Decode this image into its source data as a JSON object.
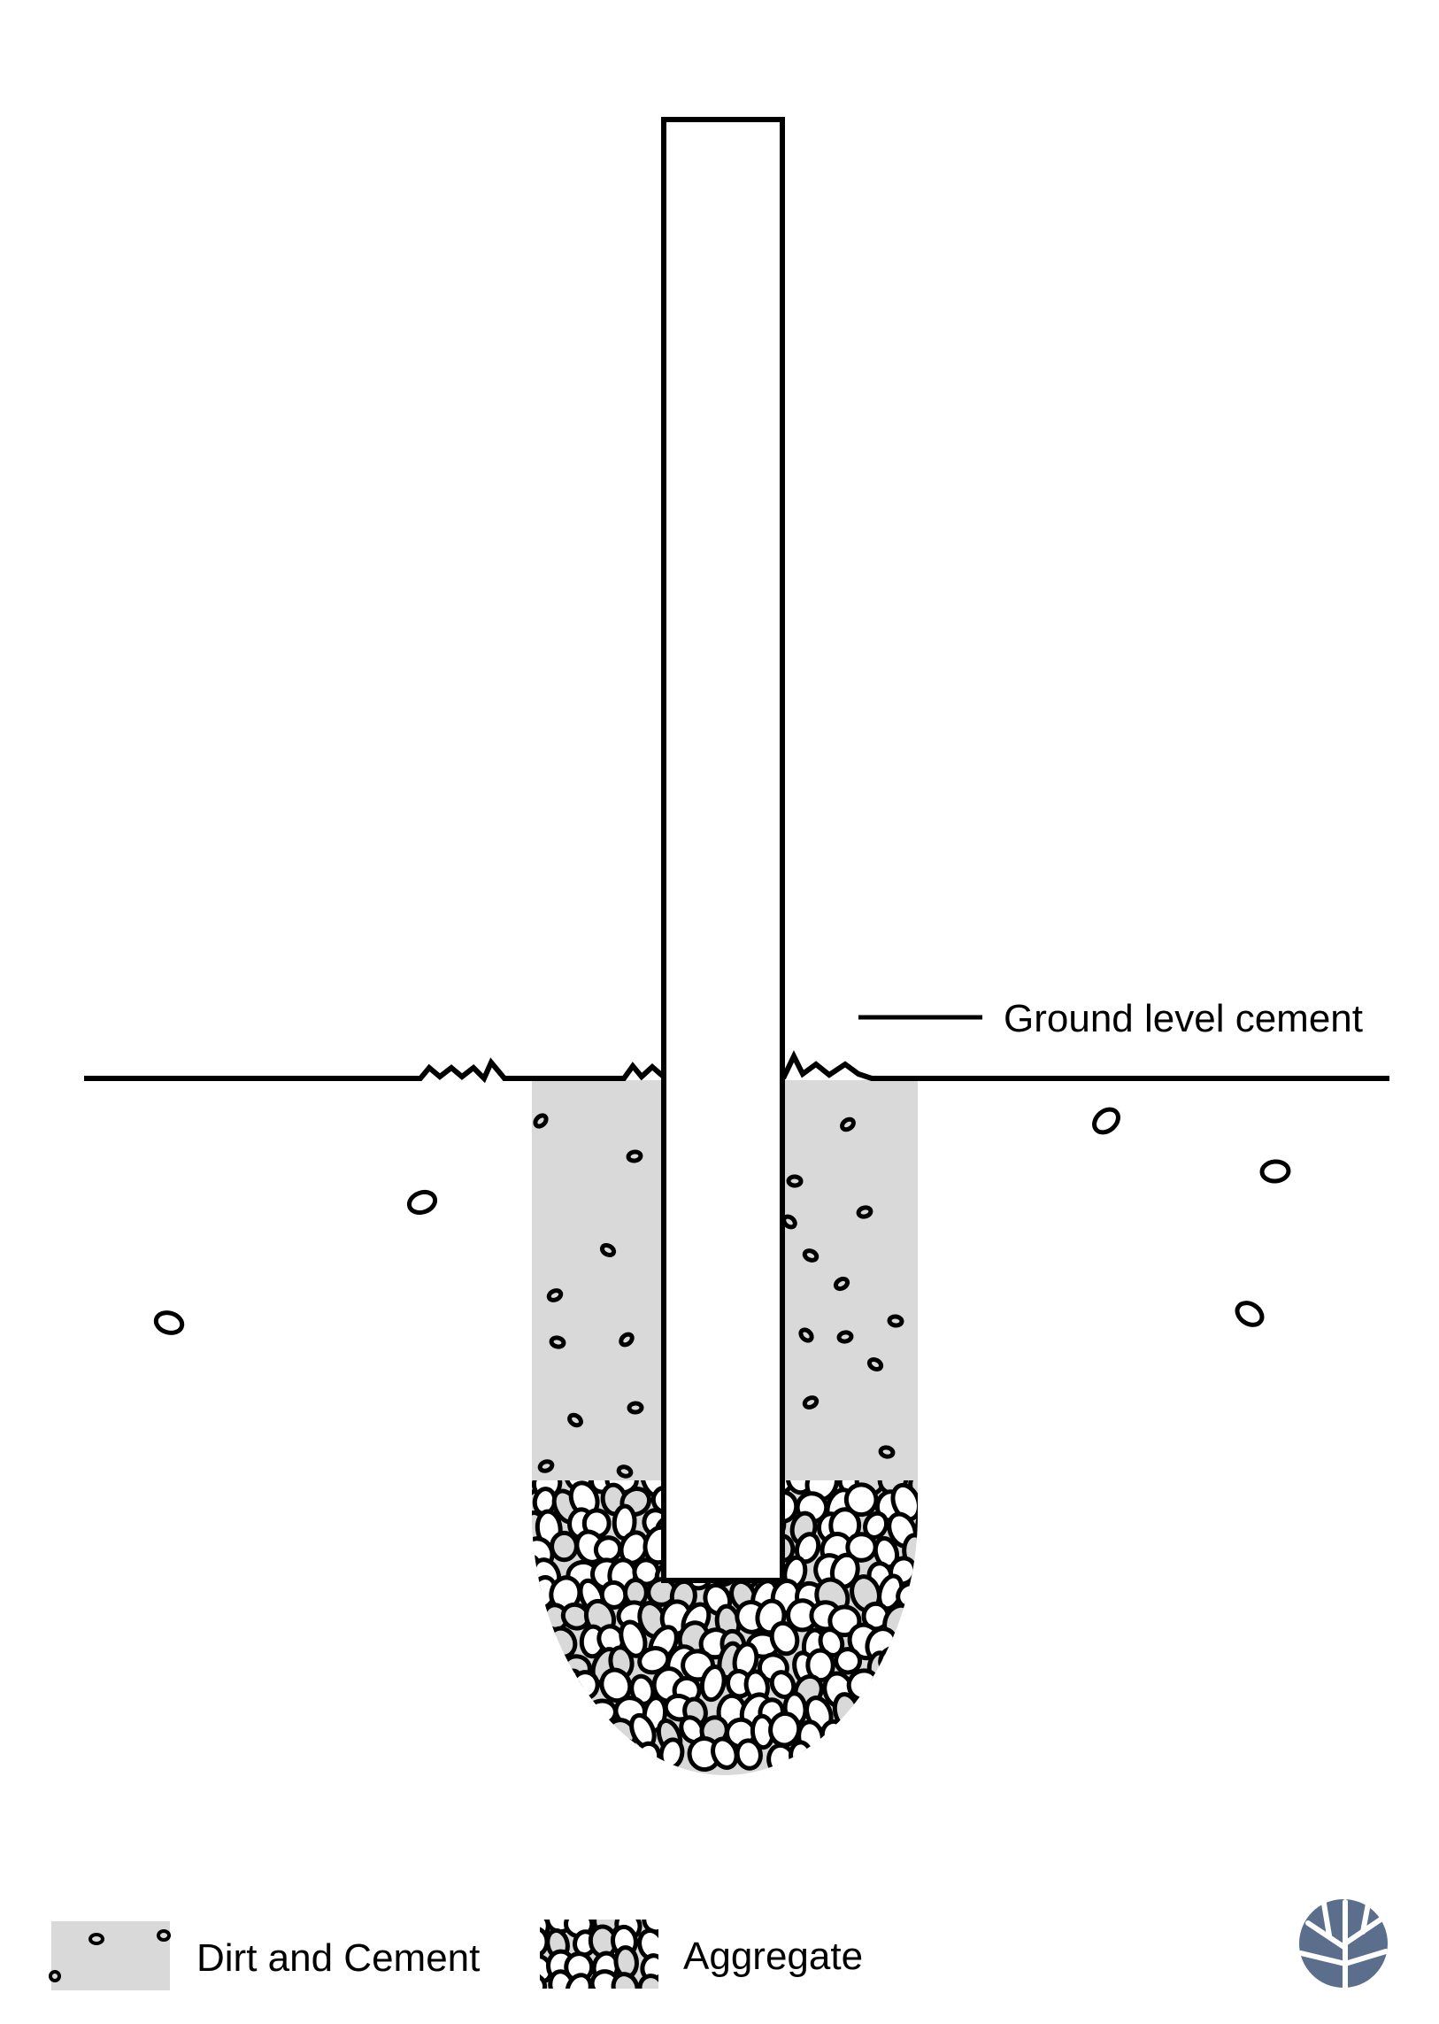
{
  "callout": {
    "label": "Ground level cement"
  },
  "legend": {
    "dirt_cement_label": "Dirt and Cement",
    "aggregate_label": "Aggregate"
  },
  "colors": {
    "fill_gray": "#d9d9d9",
    "stroke": "#000000",
    "logo": "#5b6e8c"
  },
  "logo": {
    "icon": "tree-logo-icon"
  }
}
